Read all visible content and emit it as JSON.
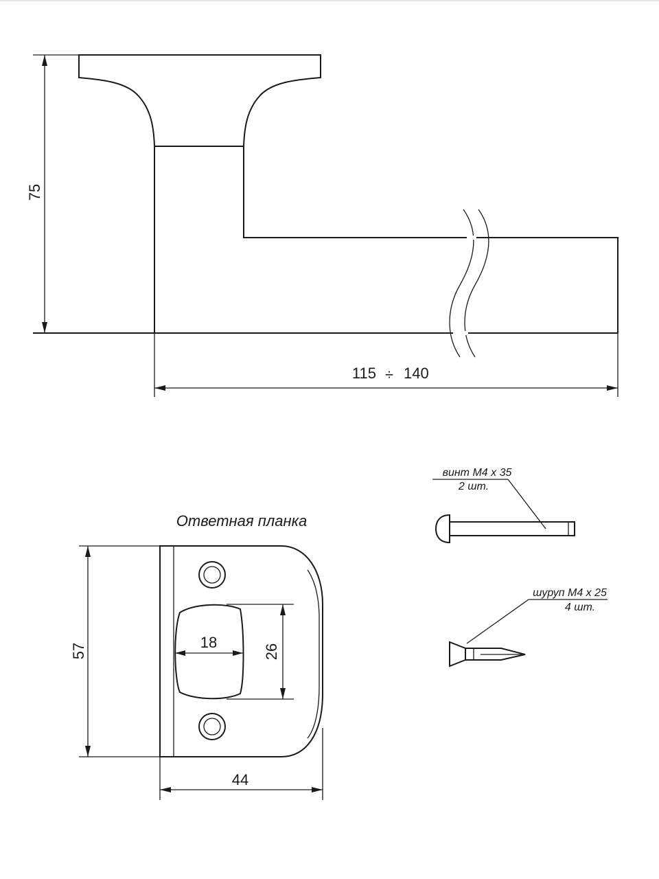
{
  "handle": {
    "height_label": "75",
    "length_label_from": "115",
    "length_label_sep": "÷",
    "length_label_to": "140"
  },
  "strike_plate": {
    "title": "Ответная планка",
    "height_label": "57",
    "width_label": "44",
    "opening_width_label": "18",
    "opening_height_label": "26"
  },
  "fasteners": {
    "bolt_spec": "винт M4 x 35",
    "bolt_qty": "2 шт.",
    "screw_spec": "шуруп M4 x 25",
    "screw_qty": "4 шт."
  }
}
